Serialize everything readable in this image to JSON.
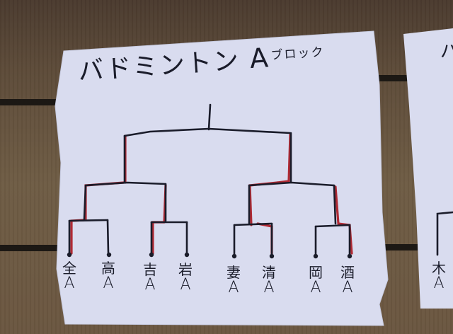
{
  "scene": {
    "description": "Handwritten badminton tournament bracket taped to a wooden wall",
    "colors": {
      "wall": "#6a5640",
      "paper": "#d9dcef",
      "ink_black": "#1a1c2a",
      "ink_red": "#b02a34",
      "rail": "#1c1814"
    }
  },
  "sheet": {
    "title_main": "バドミントン",
    "title_block_letter": "A",
    "title_block_suffix": "ブロック",
    "players": [
      {
        "name": "全",
        "group": "A"
      },
      {
        "name": "高",
        "group": "A"
      },
      {
        "name": "吉",
        "group": "A"
      },
      {
        "name": "岩",
        "group": "A"
      },
      {
        "name": "妻",
        "group": "A"
      },
      {
        "name": "清",
        "group": "A"
      },
      {
        "name": "岡",
        "group": "A"
      },
      {
        "name": "酒",
        "group": "A"
      }
    ],
    "winners": {
      "round1": [
        "全",
        "吉",
        "清",
        "酒"
      ],
      "round2": [
        "全",
        "清"
      ]
    }
  },
  "right_sheet": {
    "partial_title": "バ",
    "partial_player": {
      "name": "木",
      "group": "A"
    }
  }
}
